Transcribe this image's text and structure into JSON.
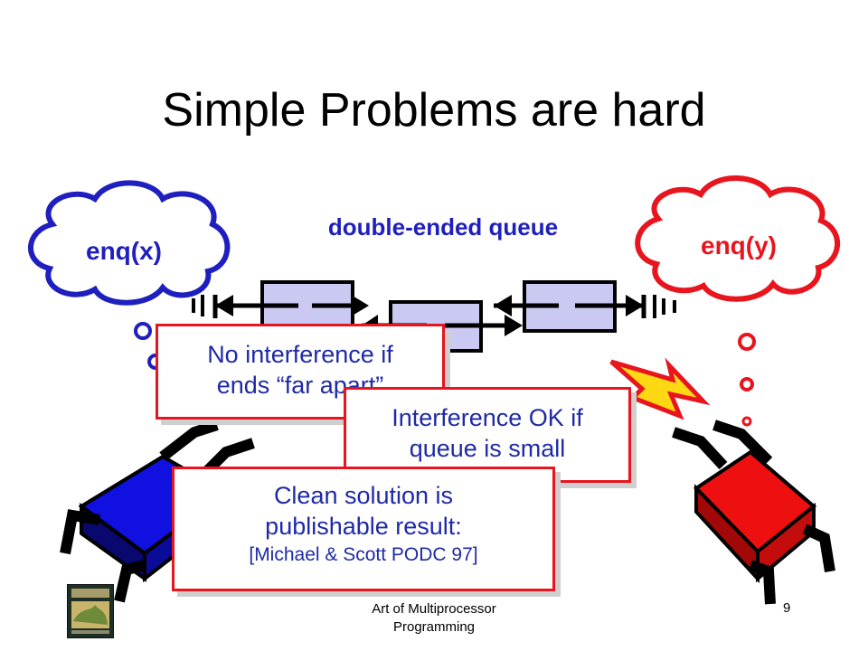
{
  "slide": {
    "title": "Simple Problems are hard",
    "subtitle": "double-ended queue",
    "left_thought": "enq(x)",
    "right_thought": "enq(y)",
    "callouts": [
      {
        "lines": [
          "No interference if",
          "ends “far apart”"
        ]
      },
      {
        "lines": [
          "Interference OK if",
          "queue is small"
        ]
      },
      {
        "lines": [
          "Clean solution is",
          "publishable result:"
        ],
        "citation": "[Michael & Scott PODC 97]"
      }
    ],
    "footer": [
      "Art of Multiprocessor",
      "Programming"
    ],
    "page_number": "9"
  },
  "colors": {
    "blue_cloud_text": "#1f1fbf",
    "red_cloud": "#e8141e",
    "queue_node": "#c9c9f2",
    "callout_border": "#e8141e",
    "callout_text": "#1f2aa6",
    "left_robot": "#1010e0",
    "right_robot": "#ee1010"
  }
}
